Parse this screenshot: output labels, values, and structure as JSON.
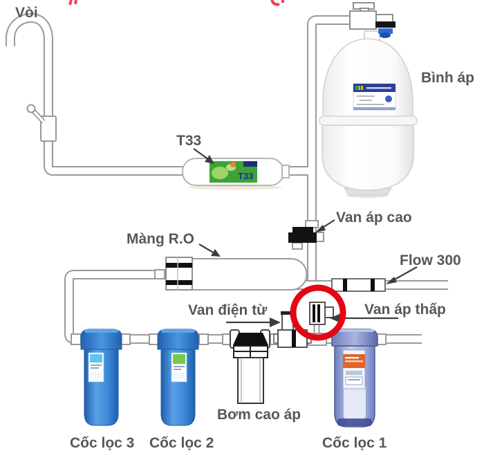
{
  "diagram": {
    "type": "reverse-osmosis water purifier schematic",
    "labels": {
      "voi": "Vòi",
      "t33": "T33",
      "binh_ap": "Bình áp",
      "van_ap_cao": "Van áp cao",
      "mang_ro": "Màng R.O",
      "flow_300": "Flow 300",
      "van_dien_tu": "Van điện từ",
      "van_ap_thap": "Van áp thấp",
      "bom_cao_ap": "Bơm cao áp",
      "coc_loc_3": "Cốc lọc 3",
      "coc_loc_2": "Cốc lọc 2",
      "coc_loc_1": "Cốc lọc 1"
    },
    "components": {
      "t33_cartridge_label": "T33"
    },
    "highlight": {
      "shape": "circle",
      "color": "#e30613",
      "marks": "Van áp thấp"
    },
    "colors": {
      "pipe_gray": "#9a9a9a",
      "label_text": "#56575b",
      "arrow": "#3c3c3c",
      "highlight_red": "#e30613",
      "blue_housing": "#2e7ed3",
      "blue_housing_dark": "#1f5aa6",
      "clear_housing": "#aab6dd",
      "clear_housing_dark": "#4d5a96",
      "t33_green": "#3ca437",
      "t33_navy": "#1e2f8f",
      "tank_band_navy": "#2c3f92",
      "valve_blue": "#2e6bd6",
      "component_black": "#131313",
      "label_orange": "#e2622b"
    }
  }
}
